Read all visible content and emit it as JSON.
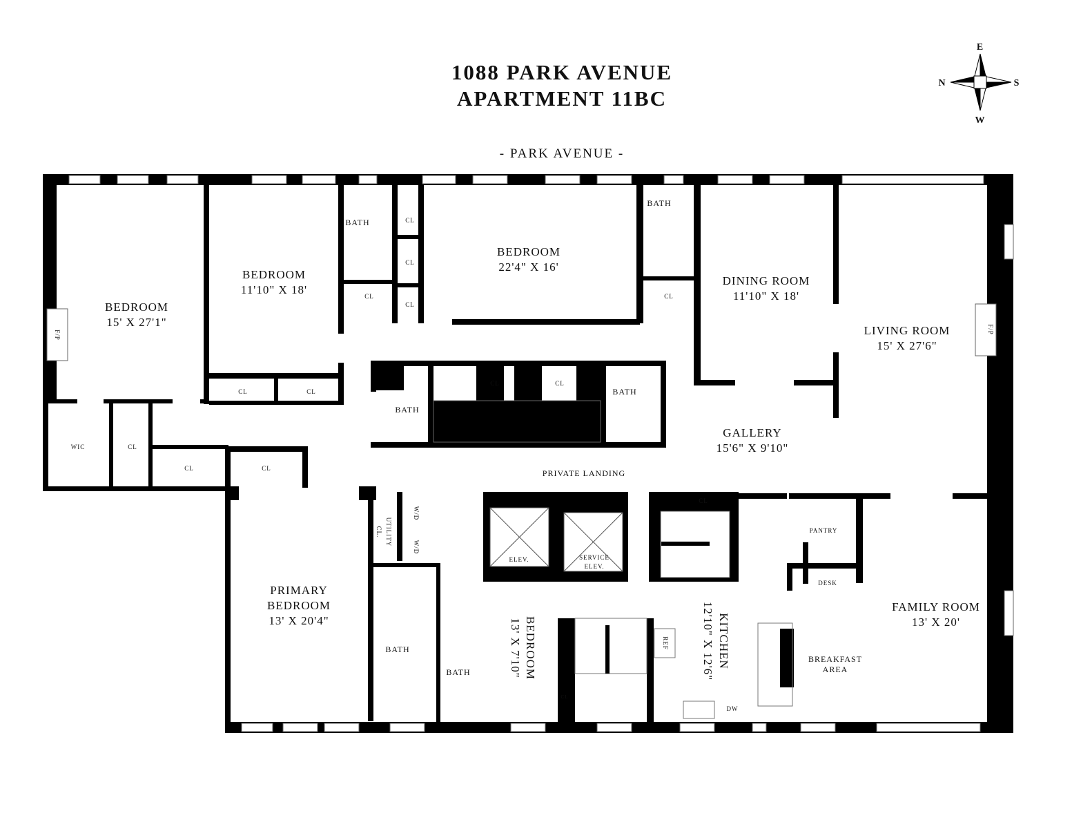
{
  "title": {
    "line1": "1088 PARK AVENUE",
    "line2": "APARTMENT 11BC"
  },
  "street": "- PARK AVENUE -",
  "compass": {
    "n": "N",
    "e": "E",
    "s": "S",
    "w": "W"
  },
  "rooms": {
    "bedroom1": {
      "name": "BEDROOM",
      "dims": "15' X 27'1\""
    },
    "bedroom2": {
      "name": "BEDROOM",
      "dims": "11'10\" X 18'"
    },
    "bedroom3": {
      "name": "BEDROOM",
      "dims": "22'4\" X 16'"
    },
    "dining": {
      "name": "DINING ROOM",
      "dims": "11'10\" X 18'"
    },
    "living": {
      "name": "LIVING ROOM",
      "dims": "15' X 27'6\""
    },
    "gallery": {
      "name": "GALLERY",
      "dims": "15'6\" X 9'10\""
    },
    "primary": {
      "name1": "PRIMARY",
      "name2": "BEDROOM",
      "dims": "13' X 20'4\""
    },
    "bedroom4": {
      "name": "BEDROOM",
      "dims": "13' X 7'10\""
    },
    "kitchen": {
      "name": "KITCHEN",
      "dims": "12'10\" X 12'6\""
    },
    "family": {
      "name": "FAMILY ROOM",
      "dims": "13' X 20'"
    },
    "breakfast": {
      "line1": "BREAKFAST",
      "line2": "AREA"
    }
  },
  "labels": {
    "fp": "F/P",
    "bath": "BATH",
    "cl": "CL",
    "wic": "WIC",
    "wd": "W/D",
    "utility": "UTILITY",
    "utility_cl": "CL.",
    "private_landing": "PRIVATE LANDING",
    "elev": "ELEV.",
    "service1": "SERVICE",
    "service2": "ELEV.",
    "pantry": "PANTRY",
    "desk": "DESK",
    "ref": "REF",
    "dw": "DW"
  }
}
